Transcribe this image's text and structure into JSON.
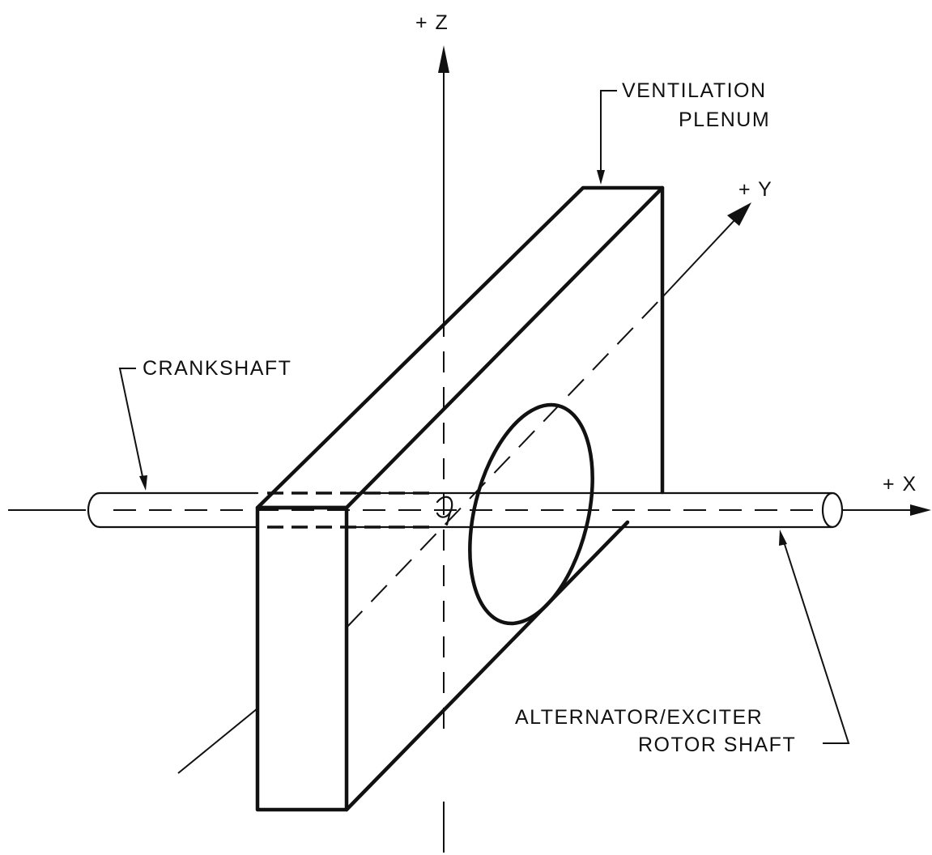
{
  "diagram": {
    "axes": {
      "z_label": "+ Z",
      "y_label": "+ Y",
      "x_label": "+ X"
    },
    "labels": {
      "ventilation_line1": "VENTILATION",
      "ventilation_line2": "PLENUM",
      "crankshaft": "CRANKSHAFT",
      "rotor_line1": "ALTERNATOR/EXCITER",
      "rotor_line2": "ROTOR SHAFT"
    },
    "colors": {
      "ink": "#111111",
      "background": "#ffffff"
    }
  }
}
